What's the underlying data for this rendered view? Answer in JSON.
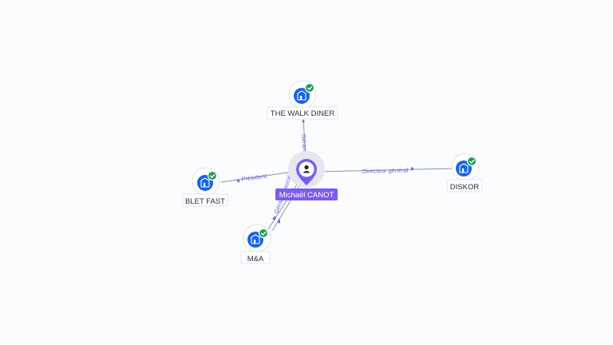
{
  "graph": {
    "person": {
      "name": "Michaël CANOT",
      "icon": "person-icon"
    },
    "companies": [
      {
        "id": "walk",
        "name": "THE WALK DINER",
        "icon": "building-icon",
        "verified": true,
        "role": "Gérant"
      },
      {
        "id": "blet",
        "name": "BLET FAST",
        "icon": "building-icon",
        "verified": true,
        "role": "Président"
      },
      {
        "id": "diskor",
        "name": "DISKOR",
        "icon": "building-icon",
        "verified": true,
        "role": "Directeur général"
      },
      {
        "id": "ma",
        "name": "M&A",
        "icon": "building-icon",
        "verified": true,
        "role": "Gérant Associé"
      }
    ],
    "colors": {
      "person_accent": "#7b5cf0",
      "company_icon": "#1565e6",
      "verified_badge": "#1f9d55",
      "edge_label": "#6f6ad8"
    }
  }
}
